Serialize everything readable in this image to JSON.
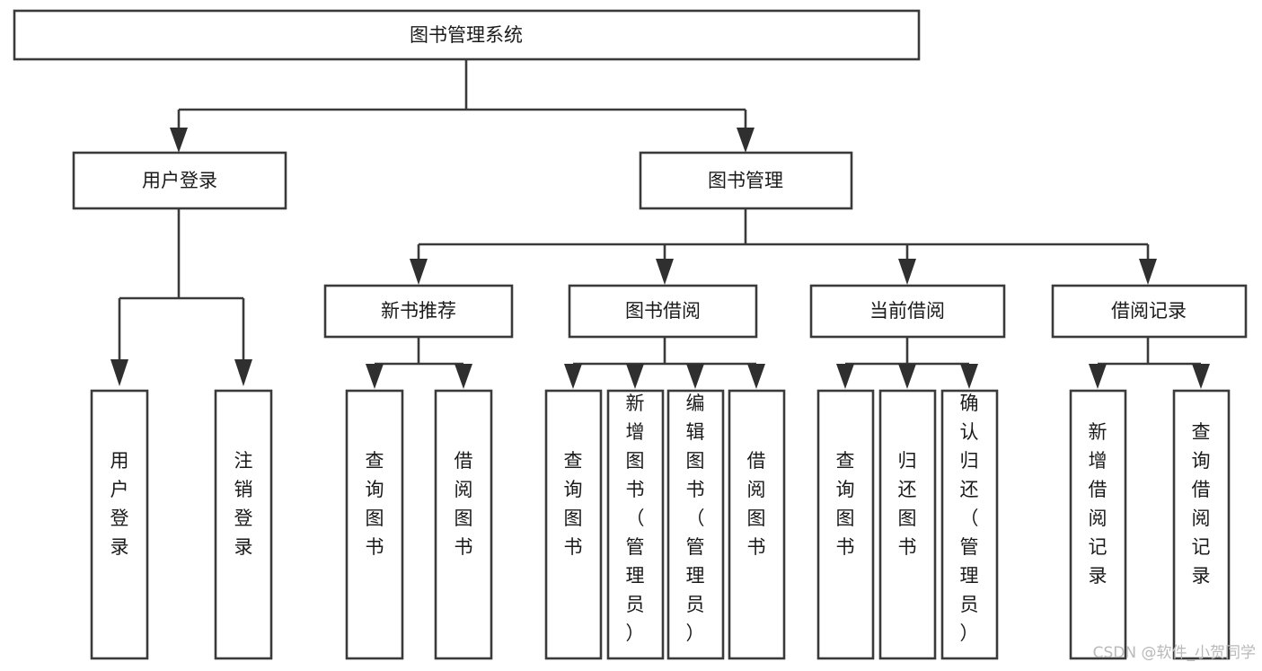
{
  "diagram": {
    "type": "tree",
    "title": "图书管理系统",
    "orientation": "top-down",
    "background_color": "#ffffff",
    "box_stroke_color": "#3a3a3a",
    "box_fill_color": "#ffffff",
    "text_color": "#1a1a1a",
    "arrow_color": "#2f2f2f"
  },
  "nodes": {
    "root": {
      "label": "图书管理系统",
      "level": 1,
      "orientation": "horizontal"
    },
    "l2": [
      {
        "label": "用户登录",
        "level": 2,
        "orientation": "horizontal"
      },
      {
        "label": "图书管理",
        "level": 2,
        "orientation": "horizontal"
      }
    ],
    "l3": [
      {
        "label": "新书推荐",
        "level": 3,
        "orientation": "horizontal"
      },
      {
        "label": "图书借阅",
        "level": 3,
        "orientation": "horizontal"
      },
      {
        "label": "当前借阅",
        "level": 3,
        "orientation": "horizontal"
      },
      {
        "label": "借阅记录",
        "level": 3,
        "orientation": "horizontal"
      }
    ],
    "leaves_user_login": [
      {
        "label": "用户登录",
        "orientation": "vertical"
      },
      {
        "label": "注销登录",
        "orientation": "vertical"
      }
    ],
    "leaves_new_book": [
      {
        "label": "查询图书",
        "orientation": "vertical"
      },
      {
        "label": "借阅图书",
        "orientation": "vertical"
      }
    ],
    "leaves_borrow": [
      {
        "label": "查询图书",
        "orientation": "vertical"
      },
      {
        "label": "新增图书（管理员）",
        "orientation": "vertical"
      },
      {
        "label": "编辑图书（管理员）",
        "orientation": "vertical"
      },
      {
        "label": "借阅图书",
        "orientation": "vertical"
      }
    ],
    "leaves_current": [
      {
        "label": "查询图书",
        "orientation": "vertical"
      },
      {
        "label": "归还图书",
        "orientation": "vertical"
      },
      {
        "label": "确认归还（管理员）",
        "orientation": "vertical"
      }
    ],
    "leaves_records": [
      {
        "label": "新增借阅记录",
        "orientation": "vertical"
      },
      {
        "label": "查询借阅记录",
        "orientation": "vertical"
      }
    ]
  },
  "edges": [
    {
      "from": "图书管理系统",
      "to": "用户登录"
    },
    {
      "from": "图书管理系统",
      "to": "图书管理"
    },
    {
      "from": "图书管理",
      "to": "新书推荐"
    },
    {
      "from": "图书管理",
      "to": "图书借阅"
    },
    {
      "from": "图书管理",
      "to": "当前借阅"
    },
    {
      "from": "图书管理",
      "to": "借阅记录"
    },
    {
      "from": "用户登录",
      "to": "用户登录"
    },
    {
      "from": "用户登录",
      "to": "注销登录"
    },
    {
      "from": "新书推荐",
      "to": "查询图书"
    },
    {
      "from": "新书推荐",
      "to": "借阅图书"
    },
    {
      "from": "图书借阅",
      "to": "查询图书"
    },
    {
      "from": "图书借阅",
      "to": "新增图书（管理员）"
    },
    {
      "from": "图书借阅",
      "to": "编辑图书（管理员）"
    },
    {
      "from": "图书借阅",
      "to": "借阅图书"
    },
    {
      "from": "当前借阅",
      "to": "查询图书"
    },
    {
      "from": "当前借阅",
      "to": "归还图书"
    },
    {
      "from": "当前借阅",
      "to": "确认归还（管理员）"
    },
    {
      "from": "借阅记录",
      "to": "新增借阅记录"
    },
    {
      "from": "借阅记录",
      "to": "查询借阅记录"
    }
  ],
  "watermark": {
    "text": "CSDN @软件_小贺同学"
  }
}
